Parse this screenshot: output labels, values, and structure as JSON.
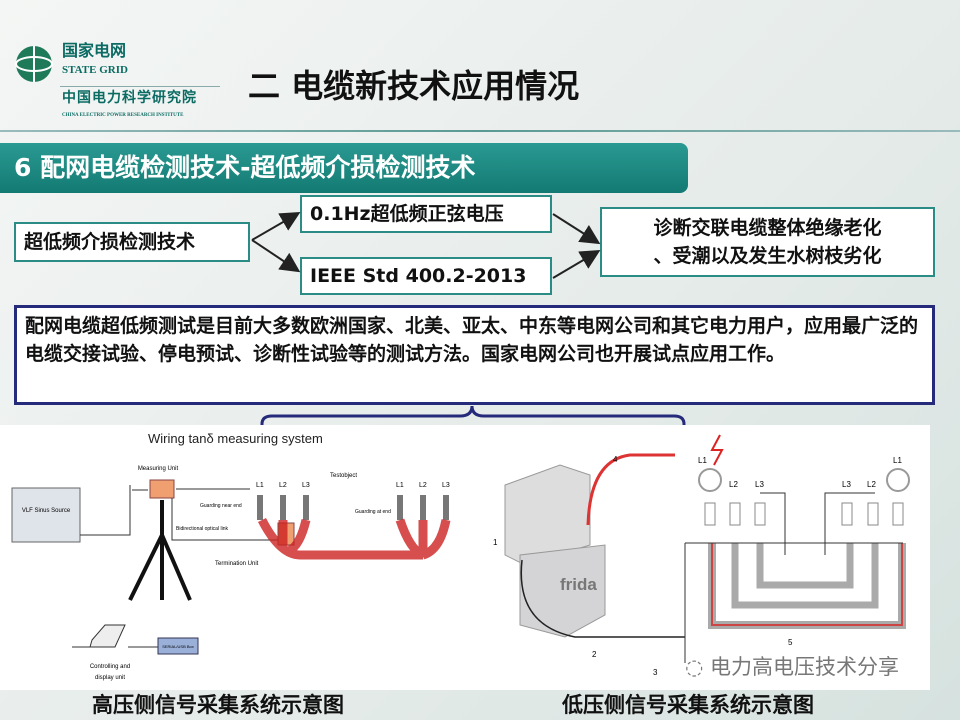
{
  "header": {
    "logo_cn": "国家电网",
    "logo_en": "STATE GRID",
    "institute_cn": "中国电力科学研究院",
    "institute_en": "CHINA ELECTRIC POWER RESEARCH INSTITUTE",
    "title": "二  电缆新技术应用情况"
  },
  "banner": "6 配网电缆检测技术-超低频介损检测技术",
  "flow": {
    "source": "超低频介损检测技术",
    "branch_top": "0.1Hz超低频正弦电压",
    "branch_bottom": "IEEE Std 400.2-2013",
    "result_line1": "诊断交联电缆整体绝缘老化",
    "result_line2": "、受潮以及发生水树枝劣化"
  },
  "paragraph": "配网电缆超低频测试是目前大多数欧洲国家、北美、亚太、中东等电网公司和其它电力用户，应用最广泛的电缆交接试验、停电预试、诊断性试验等的测试方法。国家电网公司也开展试点应用工作。",
  "fig_left": {
    "title": "Wiring tanδ measuring system",
    "source": "VLF Sinus Source",
    "measuring_unit": "Measuring Unit",
    "testobject": "Testobject",
    "guarding1": "Guarding near end",
    "guarding2": "Guarding at end",
    "optical": "Bidirectional optical link",
    "termination": "Termination Unit",
    "control1": "Controlling and",
    "control2": "display unit",
    "radio": "SERIAL/USB Box",
    "phases": [
      "L1",
      "L2",
      "L3"
    ],
    "caption": "高压侧信号采集系统示意图"
  },
  "fig_right": {
    "brand": "frida",
    "numbers": [
      "1",
      "2",
      "3",
      "4",
      "5"
    ],
    "phases_left": [
      "L1",
      "L2",
      "L3"
    ],
    "phases_right": [
      "L3",
      "L2",
      "L1"
    ],
    "caption": "低压侧信号采集系统示意图"
  },
  "watermark": "电力高电压技术分享"
}
